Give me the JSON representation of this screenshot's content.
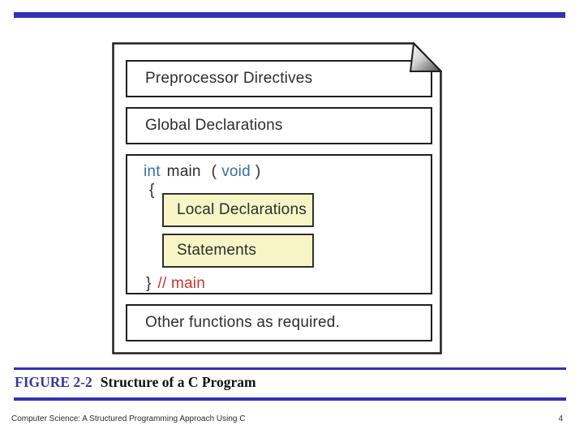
{
  "colors": {
    "accent_bar_blue": "#3431B4",
    "figure_label_blue": "#333A9D",
    "keyword_blue": "#36719F",
    "comment_red": "#C23632",
    "box_fill_yellow": "#F5F5C6"
  },
  "diagram": {
    "preprocessor_label": "Preprocessor Directives",
    "global_label": "Global Declarations",
    "main_signature": {
      "int_keyword": "int",
      "main_name": "main",
      "open_paren": "(",
      "void_keyword": "void",
      "close_paren": ")"
    },
    "open_brace": "{",
    "local_label": "Local Declarations",
    "statements_label": "Statements",
    "close_brace": "}",
    "main_comment": "// main",
    "other_label": "Other functions as required."
  },
  "caption": {
    "figure_label": "FIGURE 2-2",
    "figure_title": "Structure of a C Program"
  },
  "footer": {
    "book_title": "Computer Science: A Structured Programming Approach Using C",
    "page_number": "4"
  }
}
